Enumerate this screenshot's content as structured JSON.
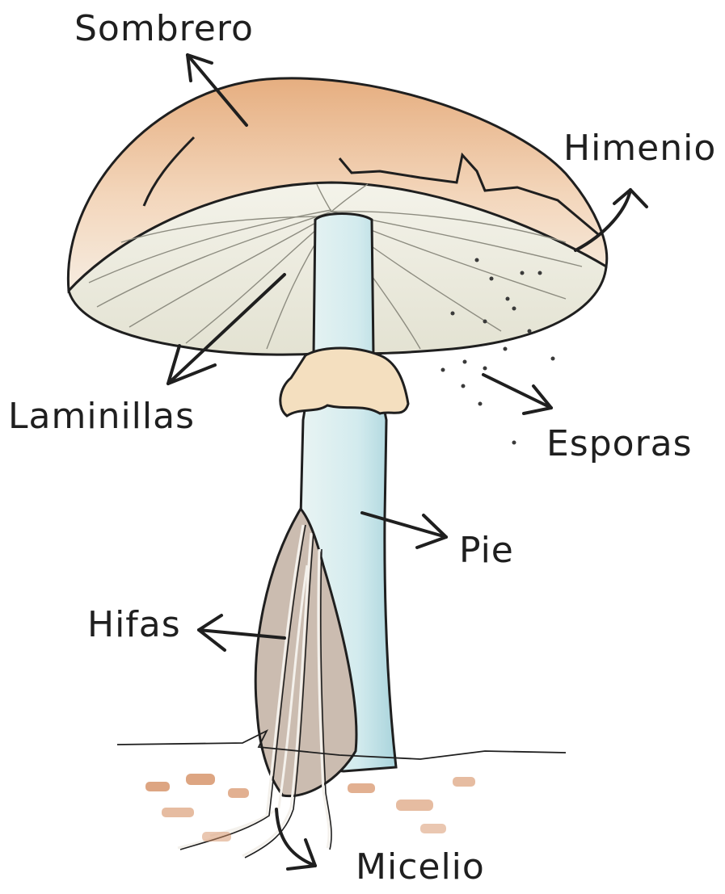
{
  "labels": {
    "sombrero": "Sombrero",
    "himenio": "Himenio",
    "laminillas": "Laminillas",
    "esporas": "Esporas",
    "pie": "Pie",
    "hifas": "Hifas",
    "micelio": "Micelio"
  },
  "colors": {
    "ink": "#1f1f1f",
    "cap_top": "#e9b88f",
    "cap_under": "#ece9d8",
    "stem": "#cfe7ea",
    "ring": "#f3dcb6",
    "hyphae": "#b9a79a",
    "soil": "#d58f63"
  }
}
